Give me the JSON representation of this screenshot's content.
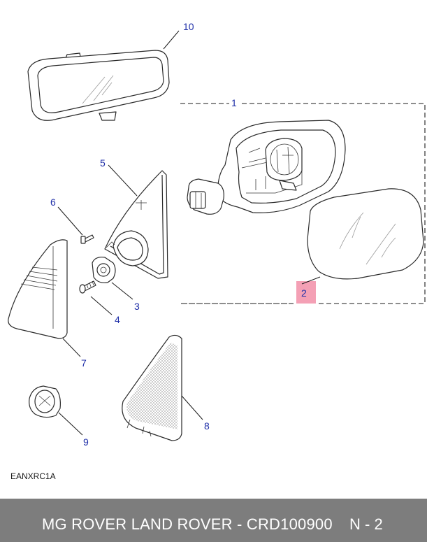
{
  "diagram": {
    "callouts": {
      "c1": "1",
      "c2": "2",
      "c3": "3",
      "c4": "4",
      "c5": "5",
      "c6": "6",
      "c7": "7",
      "c8": "8",
      "c9": "9",
      "c10": "10"
    },
    "highlight_color": "#f28fa8",
    "callout_color": "#1f2fa8"
  },
  "reference_code": "EANXRC1A",
  "footer": {
    "brand_and_part": "MG ROVER LAND ROVER - CRD100900",
    "page": "N - 2",
    "background_color": "#7d7d7d"
  }
}
